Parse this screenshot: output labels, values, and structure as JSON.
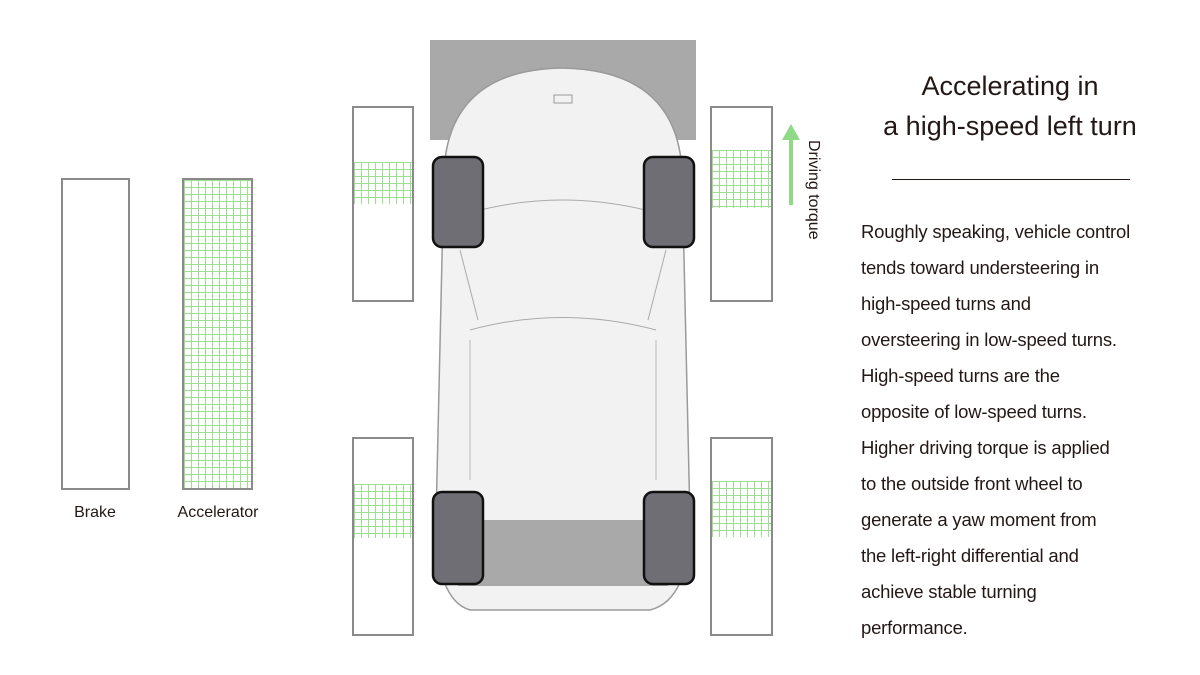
{
  "title_lines": [
    "Accelerating in",
    "a high-speed left turn"
  ],
  "pedals": {
    "brake": {
      "label": "Brake",
      "level": 0
    },
    "accelerator": {
      "label": "Accelerator",
      "level": 1.0
    }
  },
  "wheels": {
    "front_left": {
      "torque_level": 0.22
    },
    "front_right": {
      "torque_level": 0.3
    },
    "rear_left": {
      "torque_level": 0.28
    },
    "rear_right": {
      "torque_level": 0.29
    }
  },
  "torque_arrow_label": "Driving torque",
  "body_lines": [
    "Roughly speaking, vehicle control",
    "tends toward understeering in",
    "high-speed turns and",
    "oversteering in low-speed turns.",
    "High-speed turns are the",
    "opposite of low-speed turns.",
    "Higher driving torque is applied",
    "to the outside front wheel to",
    "generate a yaw moment from",
    "the left-right differential and",
    "achieve stable turning",
    "performance."
  ],
  "colors": {
    "accent_green": "#8fd987",
    "tire": "#6e6e74",
    "text": "#231815"
  }
}
